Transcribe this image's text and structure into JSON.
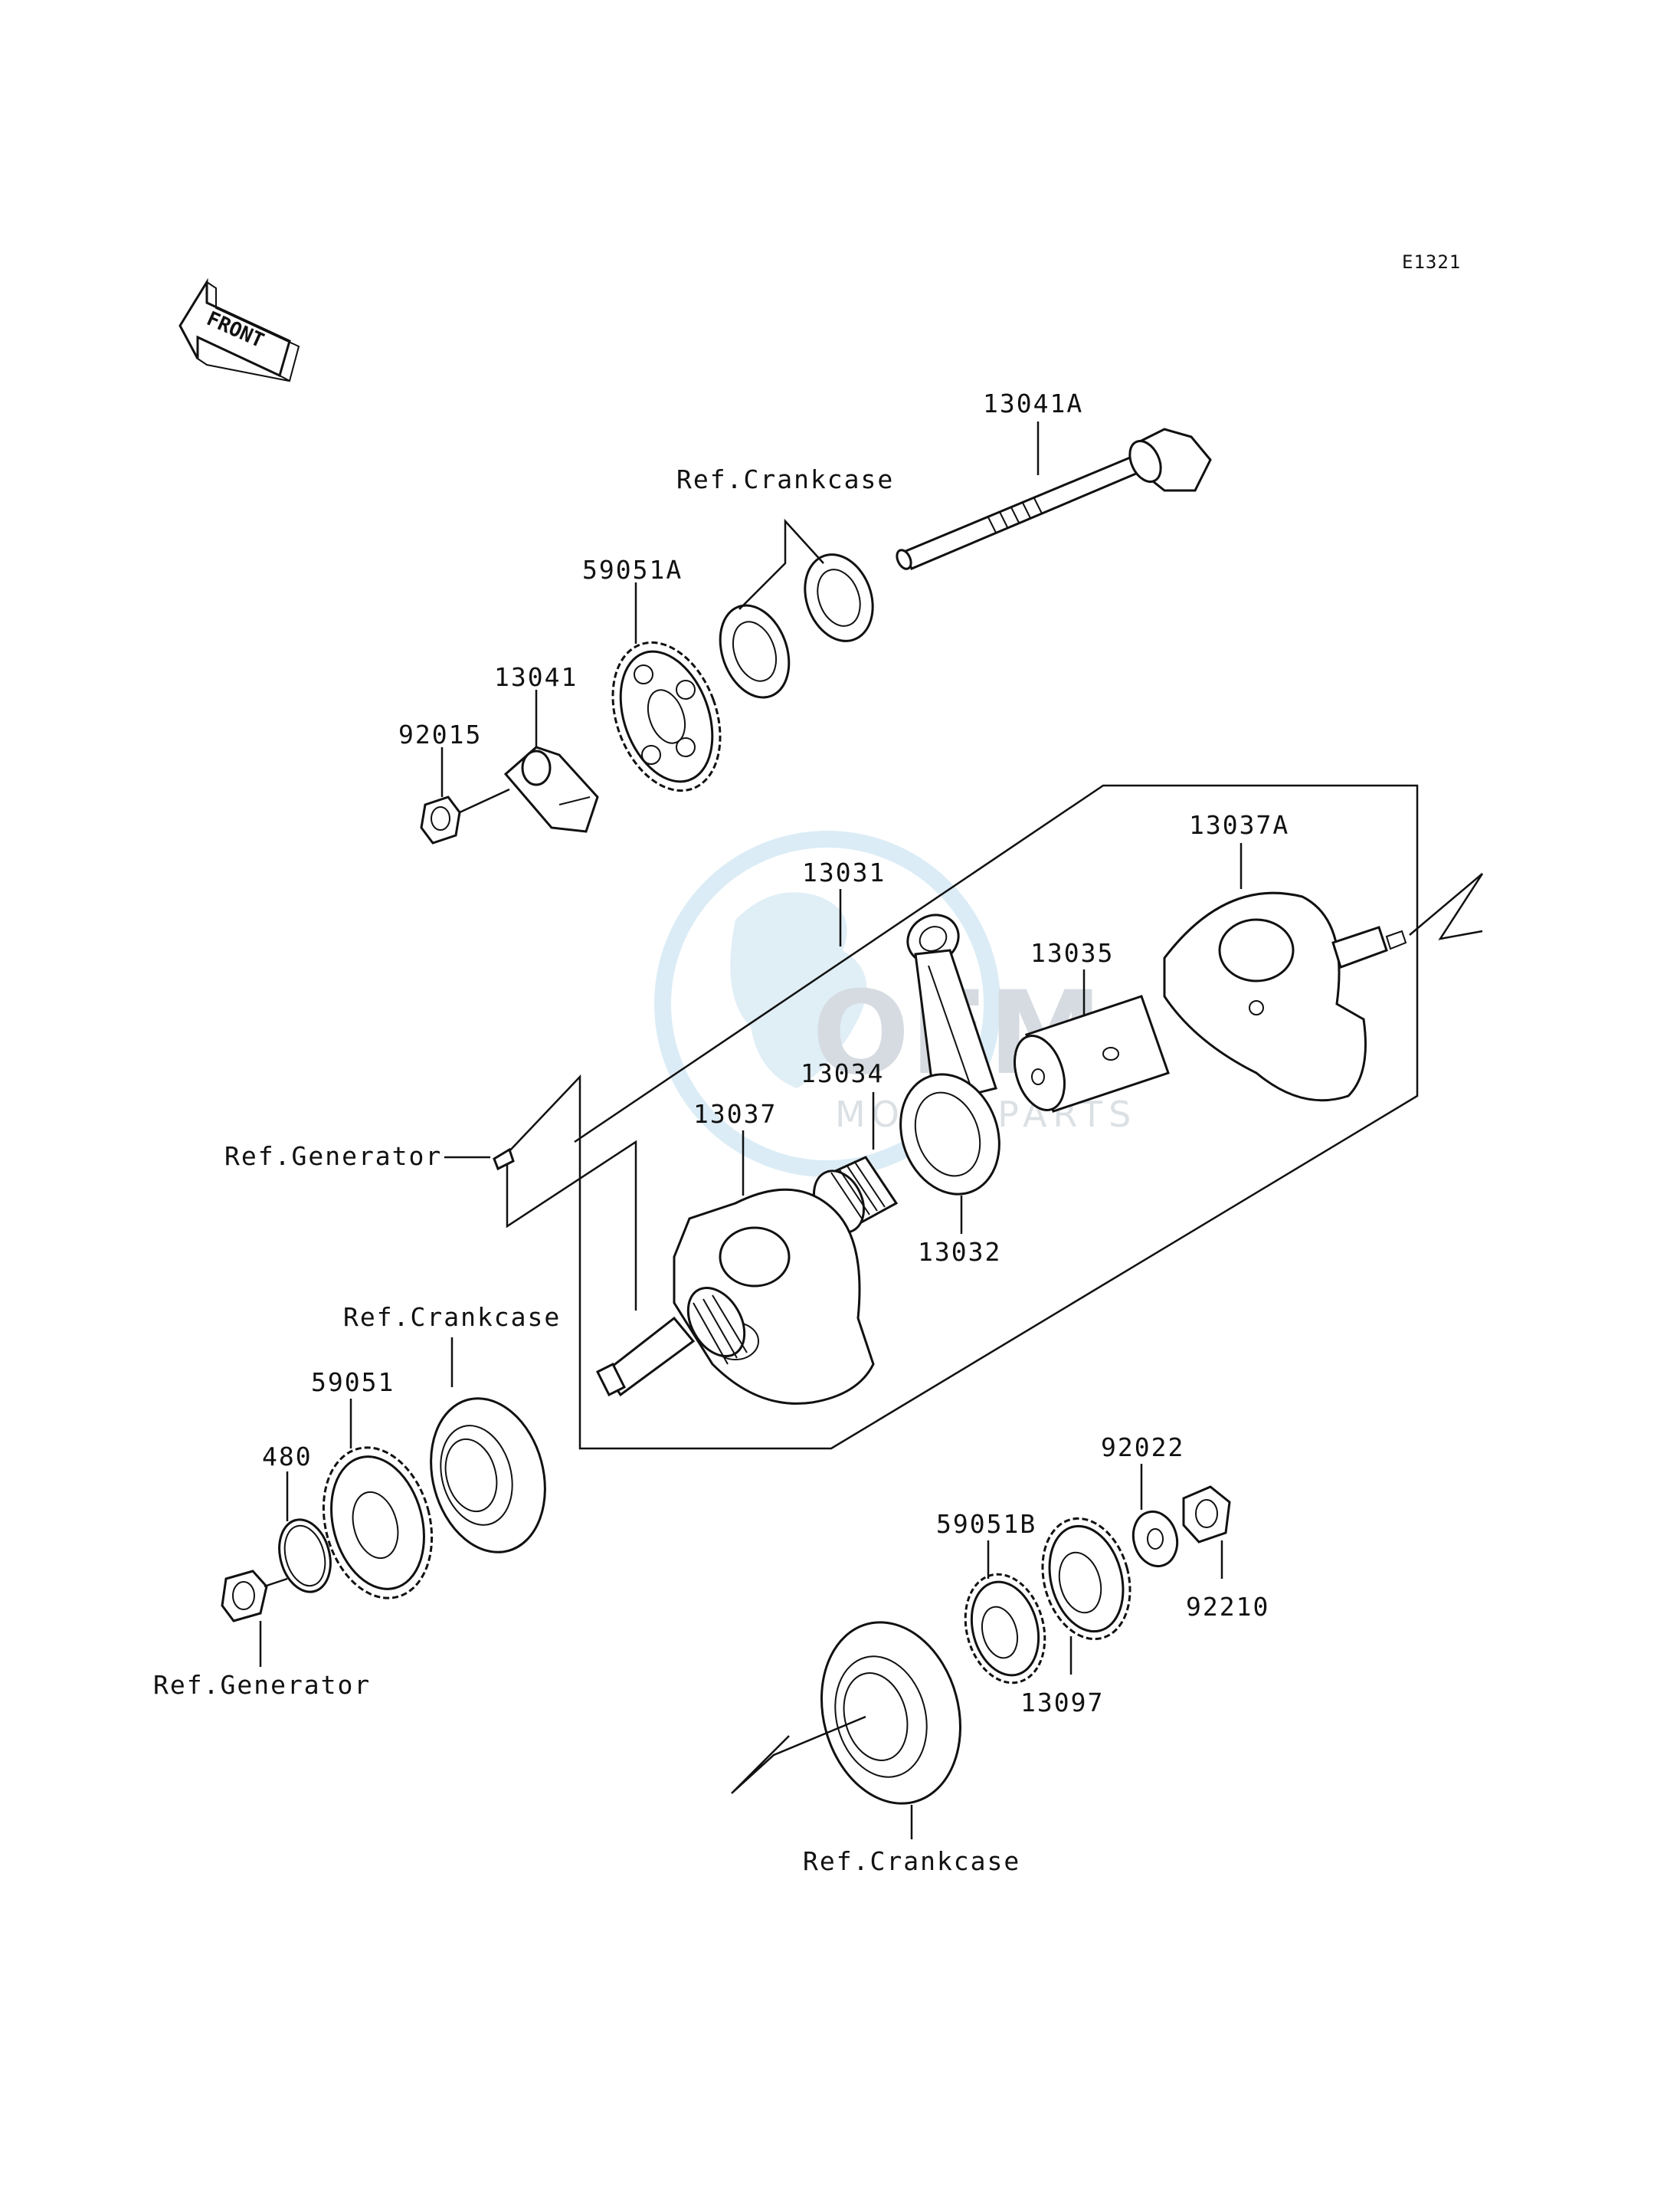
{
  "diagram": {
    "code": "E1321",
    "front_label": "FRONT",
    "watermark": {
      "main": "OEM",
      "sub": "MOTORPARTS"
    },
    "labels": {
      "p13041A": "13041A",
      "ref_crankcase_top": "Ref.Crankcase",
      "p59051A": "59051A",
      "p13041": "13041",
      "p92015": "92015",
      "p13031": "13031",
      "p13037A": "13037A",
      "p13035": "13035",
      "p13034": "13034",
      "p13037": "13037",
      "ref_generator_mid": "Ref.Generator",
      "p13032": "13032",
      "ref_crankcase_mid": "Ref.Crankcase",
      "p59051": "59051",
      "p480": "480",
      "ref_generator_bottom": "Ref.Generator",
      "p92022": "92022",
      "p59051B": "59051B",
      "p92210": "92210",
      "p13097": "13097",
      "ref_crankcase_bottom": "Ref.Crankcase"
    }
  }
}
